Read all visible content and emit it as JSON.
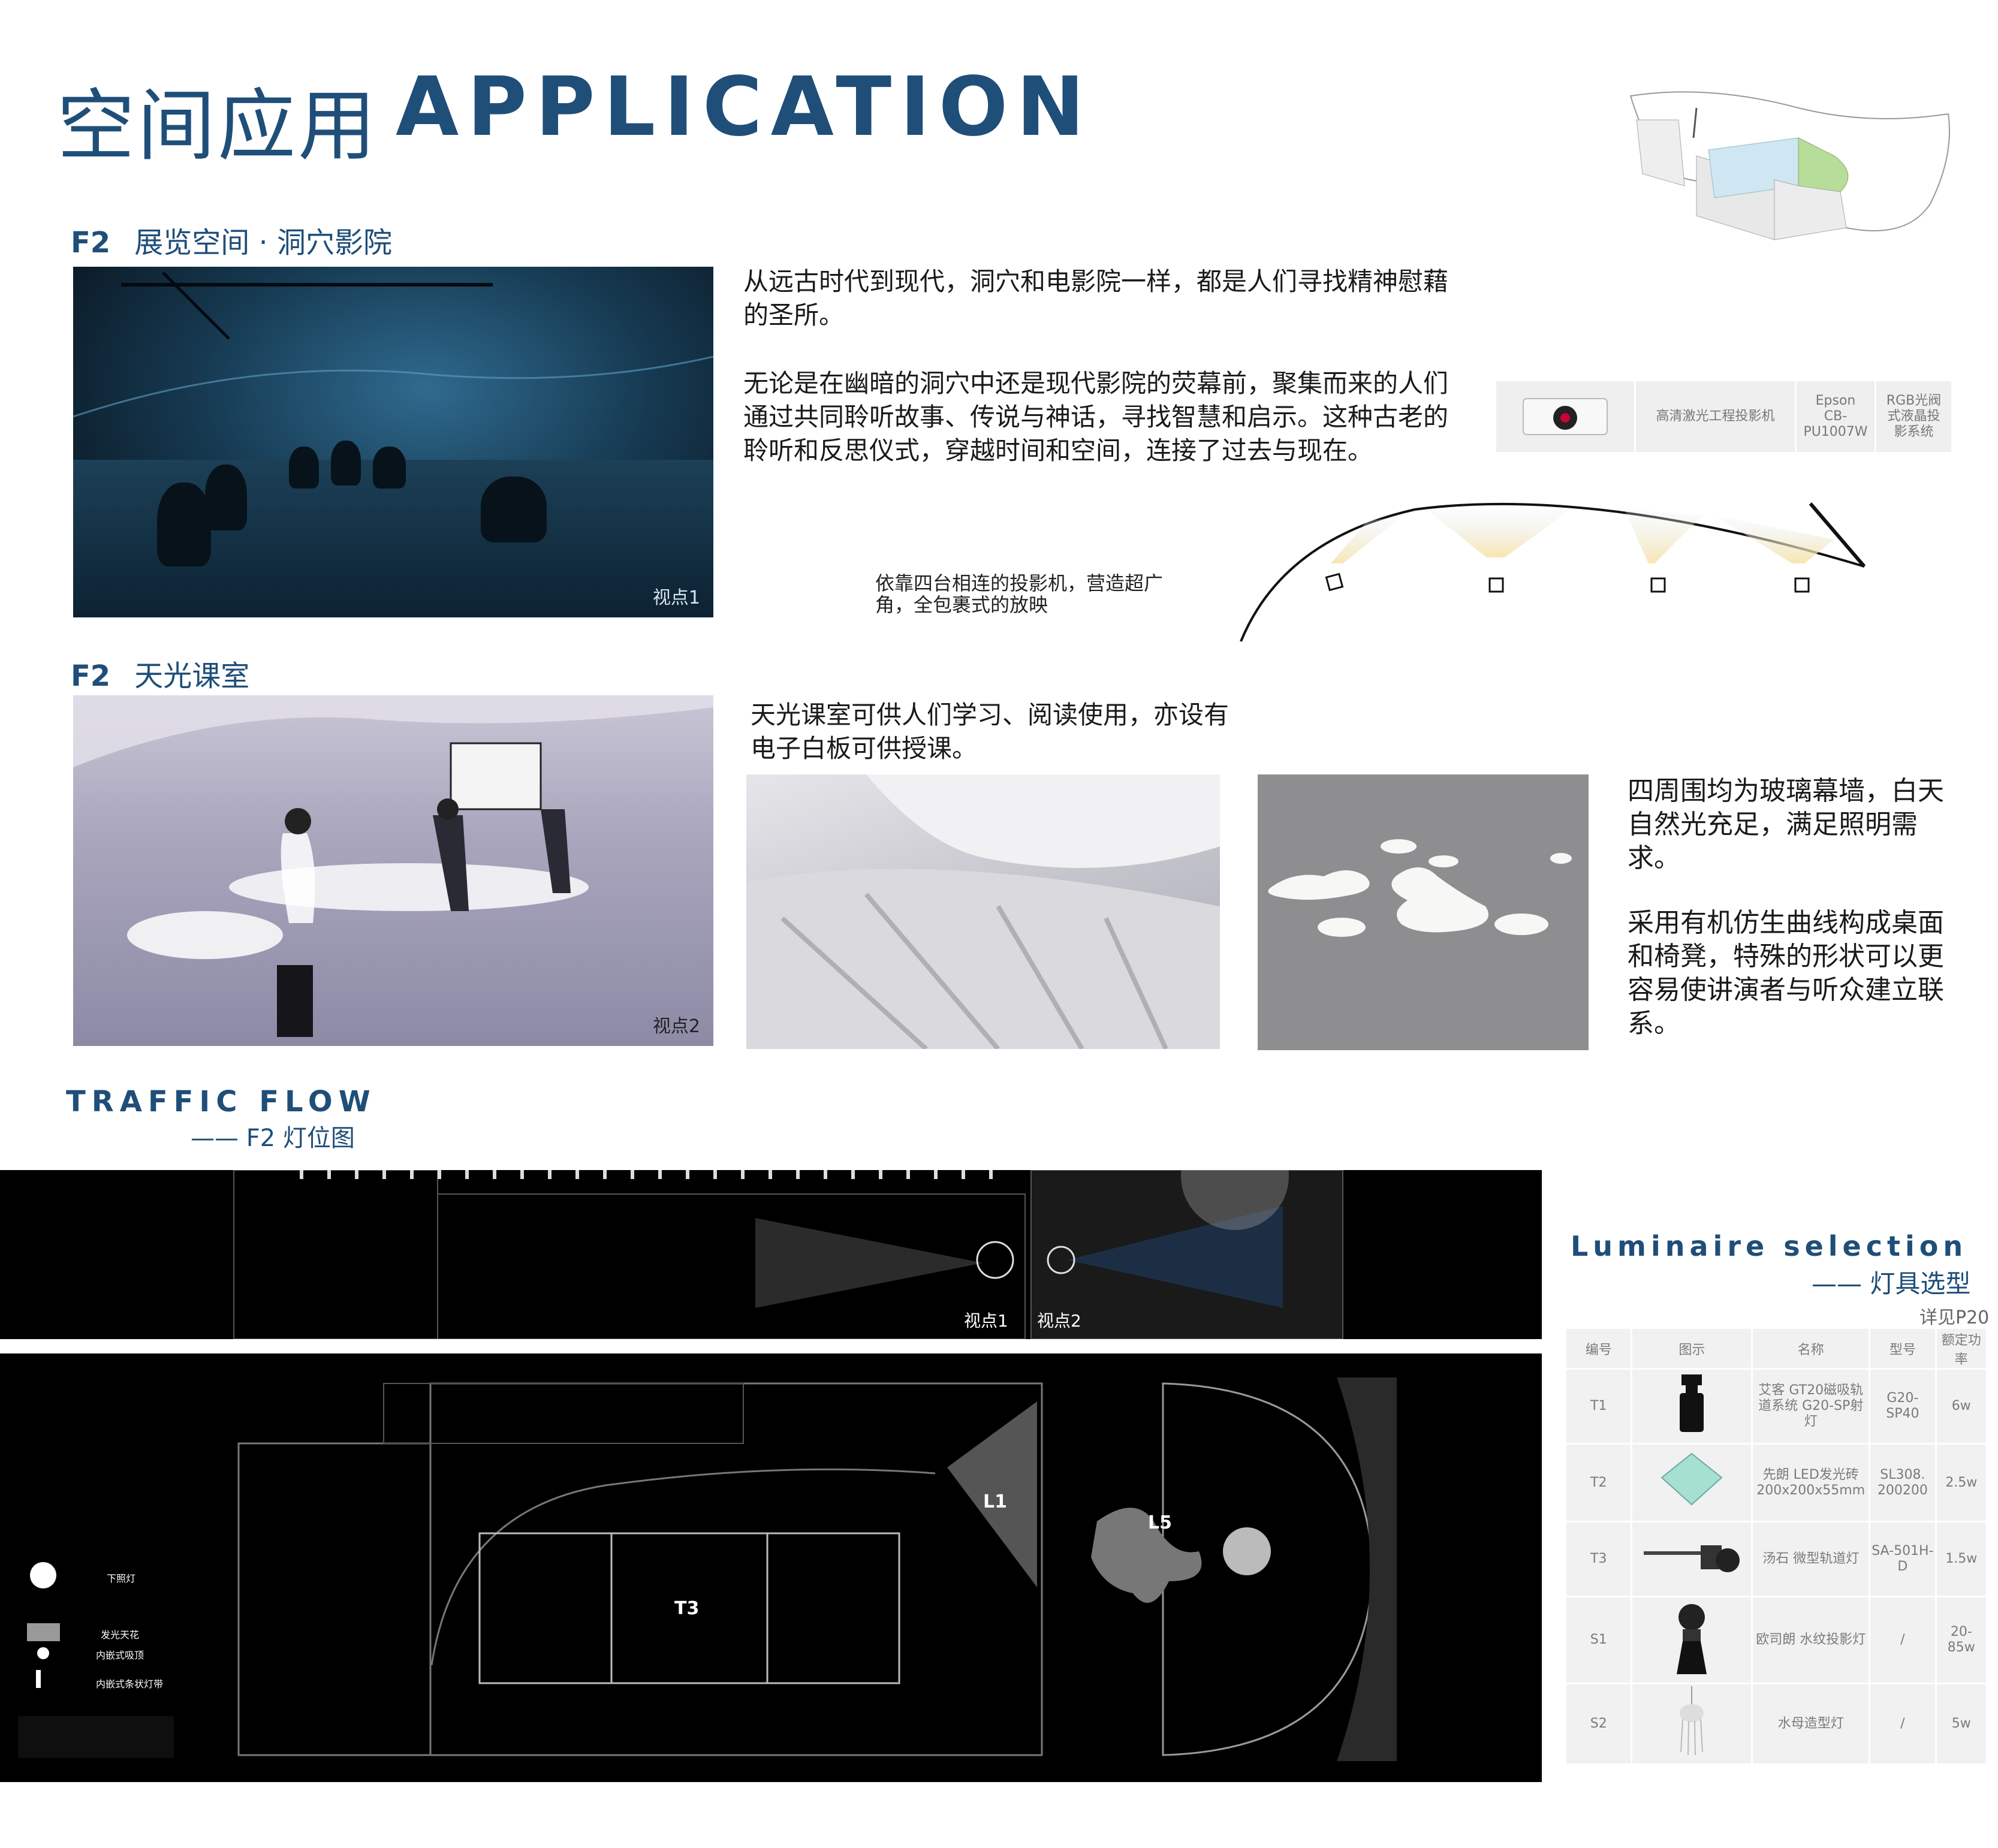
{
  "header": {
    "title_cn": "空间应用",
    "title_en": "APPLICATION"
  },
  "section_cave": {
    "floor": "F2",
    "title": "展览空间 · 洞穴影院",
    "viewpoint": "视点1",
    "para1": "从远古时代到现代，洞穴和电影院一样，都是人们寻找精神慰藉的圣所。",
    "para2": "无论是在幽暗的洞穴中还是现代影院的荧幕前，聚集而来的人们通过共同聆听故事、传说与神话，寻找智慧和启示。这种古老的聆听和反思仪式，穿越时间和空间，连接了过去与现在。",
    "projector_note": "依靠四台相连的投影机，营造超广角，全包裹式的放映",
    "projector_table": {
      "name": "高清激光工程投影机",
      "model": "Epson CB-PU1007W",
      "system": "RGB光阀式液晶投影系统"
    }
  },
  "section_class": {
    "floor": "F2",
    "title": "天光课室",
    "viewpoint": "视点2",
    "para1": "天光课室可供人们学习、阅读使用，亦设有电子白板可供授课。",
    "para2": "四周围均为玻璃幕墙，白天自然光充足，满足照明需求。",
    "para3": "采用有机仿生曲线构成桌面和椅凳，特殊的形状可以更容易使讲演者与听众建立联系。"
  },
  "traffic": {
    "title": "TRAFFIC FLOW",
    "subtitle": "—— F2 灯位图",
    "vp1": "视点1",
    "vp2": "视点2",
    "labels": {
      "l1": "L1",
      "l5": "L5",
      "t3": "T3"
    },
    "legend": [
      {
        "label": "下照灯"
      },
      {
        "label": "发光天花"
      },
      {
        "label": "内嵌式吸顶"
      },
      {
        "label": "内嵌式条状灯带"
      }
    ]
  },
  "luminaire": {
    "title": "Luminaire selection",
    "subtitle": "—— 灯具选型",
    "ref": "详见P20",
    "headers": [
      "编号",
      "图示",
      "名称",
      "型号",
      "额定功率"
    ],
    "rows": [
      {
        "id": "T1",
        "name": "艾客 GT20磁吸轨道系统 G20-SP射灯",
        "model": "G20-SP40",
        "power": "6w"
      },
      {
        "id": "T2",
        "name": "先朗 LED发光砖 200x200x55mm",
        "model": "SL308. 200200",
        "power": "2.5w"
      },
      {
        "id": "T3",
        "name": "汤石 微型轨道灯",
        "model": "SA-501H-D",
        "power": "1.5w"
      },
      {
        "id": "S1",
        "name": "欧司朗 水纹投影灯",
        "model": "/",
        "power": "20-85w"
      },
      {
        "id": "S2",
        "name": "水母造型灯",
        "model": "/",
        "power": "5w"
      }
    ]
  }
}
